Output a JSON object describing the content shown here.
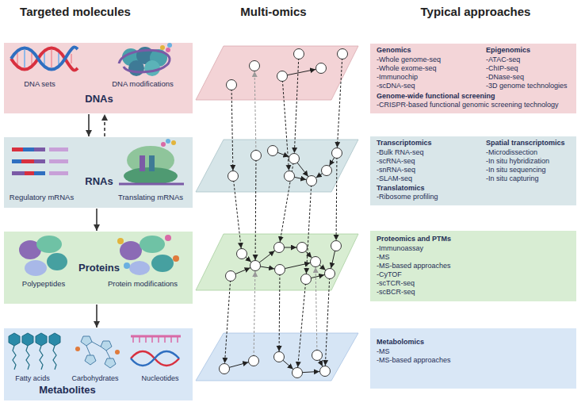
{
  "diagram": {
    "nodes": [
      {
        "text": [
          "DNA sets",
          "DNA modifications",
          "DNAs"
        ]
      },
      {
        "text": [
          "Regulatory mRNAs",
          "Translating mRNAs",
          "RNAs"
        ]
      },
      {
        "text": [
          "Polypeptides",
          "Protein modifications",
          "Proteins"
        ]
      },
      {
        "text": [
          "Fatty acids",
          "Carbohydrates",
          "Nucleotides",
          "Metabolites"
        ]
      },
      {
        "text": [
          "Genomics",
          "-Whole genome-seq",
          "-Whole exome-seq",
          "-Immunochip",
          "-scDNA-seq",
          "Epigenomics",
          "-ATAC-seq",
          "-ChIP-seq",
          "-DNase-seq",
          "-3D genome technologies",
          "Genome-wide functional screening",
          "-CRISPR-based functional genomic screening technology"
        ]
      },
      {
        "text": [
          "Transcriptomics",
          "-Bulk RNA-seq",
          "-scRNA-seq",
          "-snRNA-seq",
          "-SLAM-seq",
          "Translatomics",
          "-Ribosome profiling",
          "Spatial transcriptomics",
          "-Microdissection",
          "-In situ hybridization",
          "-In situ sequencing",
          "-In situ capturing"
        ]
      },
      {
        "text": [
          "Proteomics and PTMs",
          "-Immunoassay",
          "-MS",
          "-MS-based approaches",
          "-CyTOF",
          "-scTCR-seq",
          "-scBCR-seq"
        ]
      },
      {
        "text": [
          "Metabolomics",
          "-MS",
          "-MS-based approaches"
        ]
      }
    ],
    "edges": [
      {
        "from": 0,
        "to": 1,
        "arrow": "to"
      },
      {
        "from": 1,
        "to": 0,
        "arrow": "to"
      },
      {
        "from": 1,
        "to": 2,
        "arrow": "to"
      },
      {
        "from": 2,
        "to": 3,
        "arrow": "to"
      }
    ],
    "labels": [
      "Targeted molecules",
      "Multi-omics",
      "Typical approaches"
    ]
  }
}
